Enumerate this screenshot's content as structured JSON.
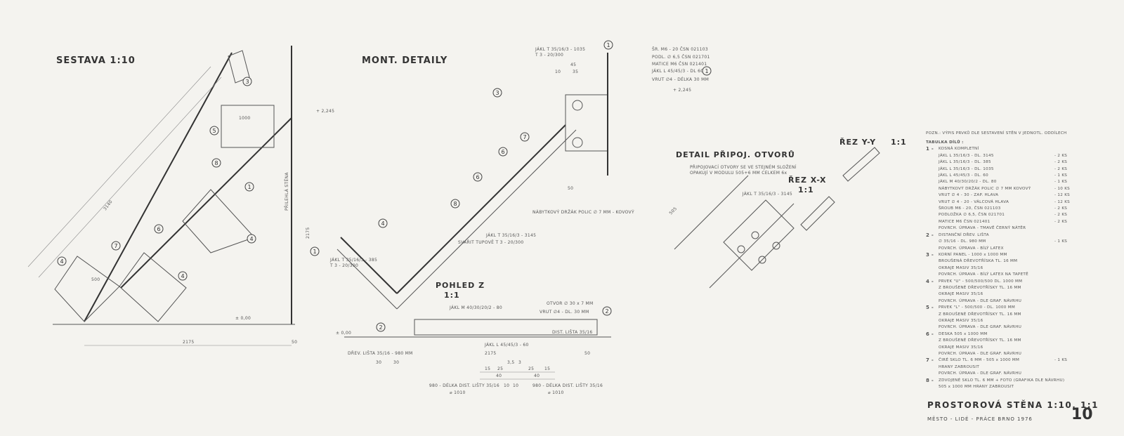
{
  "sheet": {
    "title": "PROSTOROVÁ STĚNA   1:10, 1:1",
    "subtitle": "MĚSTO - LIDÉ - PRÁCE    BRNO 1976",
    "number": "10"
  },
  "views": {
    "sestava": "SESTAVA  1:10",
    "mont": "MONT. DETAILY",
    "detail": "DETAIL PŘIPOJ. OTVORŮ",
    "detail_note_1": "PŘIPOJOVACÍ OTVORY SE VE STEJNÉM SLOŽENÍ",
    "detail_note_2": "OPAKUJÍ V MODULU 505+6 MM  CELKEM 6x",
    "rez_xx": "ŘEZ X-X",
    "rez_xx_scale": "1:1",
    "rez_yy": "ŘEZ Y-Y",
    "rez_yy_scale": "1:1",
    "pohled": "POHLED Z",
    "pohled_scale": "1:1"
  },
  "annotations": {
    "level_top": "+ 2,245",
    "level_top2": "+ 2,245",
    "level_zero": "± 0,00",
    "level_zero2": "± 0,00",
    "dim_2175": "2175",
    "dim_2175b": "2175",
    "dim_50": "50",
    "wall_label": "PŘILEHLÁ STĚNA",
    "jakl_top": "JÁKL T 35/16/3 - 1035",
    "jakl_top2": "T 3 - 20/300",
    "bolt_1": "ŠR. M6 - 20 ČSN 021103",
    "bolt_2": "PODL. ∅ 6,5 ČSN 021701",
    "bolt_3": "MATICE M6 ČSN 021401",
    "bolt_4": "JÁKL L 45/45/3 - DL 60",
    "bolt_5": "VRUT ∅4 - DÉLKA 30 MM",
    "drzak": "NÁBYTKOVÝ DRŽÁK POLIC ∅ 7 MM - KOVOVÝ",
    "jakl_mid": "JÁKL T 35/16/3 - 3145",
    "jakl_mid2": "SVAŘIT TUPOVĚ T 3 - 20/300",
    "jakl_left": "JÁKL T 35/16/3 - 385",
    "jakl_left2": "T 3 - 20/300",
    "jakl_m": "JÁKL M 40/30/20/2 - 80",
    "otvor": "OTVOR ∅ 30 x 7 MM",
    "vrut": "VRUT ∅4 - DL. 30 MM",
    "distance": "DIST. LIŠTA 35/16",
    "drev_lista": "DŘEV. LIŠTA 35/16 - 980 MM",
    "jakl_l": "JÁKL L 45/45/3 - 60",
    "jakl_xx": "JÁKL T 35/16/3 - 3145",
    "bottom_dim_1": "980 - DÉLKA DIST. LIŠTY 35/16",
    "bottom_dim_2": "980 - DÉLKA DIST. LIŠTY 35/16",
    "bottom_d1": "⌀ 1010",
    "bottom_d2": "⌀ 1010",
    "d40a": "40",
    "d40b": "40",
    "d15a": "15",
    "d25a": "25",
    "d25b": "25",
    "d15b": "15",
    "d10a": "10",
    "d10b": "10",
    "d35": "3,5",
    "d3": "3",
    "d45": "45",
    "d10": "10",
    "d35b": "35",
    "d30a": "30",
    "d30b": "30",
    "dim_500": "500",
    "dim_1000": "1000",
    "dim_505": "505",
    "dim_3140": "3140",
    "dim_2175c": "2175"
  },
  "callouts": [
    "1",
    "2",
    "3",
    "4",
    "5",
    "6",
    "7",
    "8"
  ],
  "parts_list": {
    "note": "POZN.: VÝPIS PRVKŮ DLE SESTAVENÍ STĚN V JEDNOTL. ODDÍLECH",
    "heading": "TABULKA DÍLŮ :",
    "items": [
      {
        "num": "1 -",
        "lines": [
          [
            "KOSNÁ KOMPLETNÍ",
            ""
          ],
          [
            "JÁKL L 35/16/3 - DL. 3145",
            "- 2 KS"
          ],
          [
            "JÁKL L 35/16/3 - DL. 385",
            "- 2 KS"
          ],
          [
            "JÁKL L 35/16/3 - DL. 1035",
            "- 2 KS"
          ],
          [
            "JÁKL L 45/45/3 - DL. 60",
            "- 1 KS"
          ],
          [
            "JÁKL M 40/30/20/2 - DL. 80",
            "- 1 KS"
          ],
          [
            "NÁBYTKOVÝ DRŽÁK POLIC ∅ 7 MM KOVOVÝ",
            "- 10 KS"
          ],
          [
            "VRUT ∅ 4 - 30  - ZAP. HLAVA",
            "- 12 KS"
          ],
          [
            "VRUT ∅ 4 - 20  - VÁLCOVÁ HLAVA",
            "- 12 KS"
          ],
          [
            "ŠROUB M6 - 20, ČSN 021103",
            "- 2 KS"
          ],
          [
            "PODLOŽKA ∅ 6,5, ČSN 021701",
            "- 2 KS"
          ],
          [
            "MATICE M6   ČSN 021401",
            "- 2 KS"
          ],
          [
            "POVRCH. ÚPRAVA - TMAVĚ ČERNÝ NÁTĚR",
            ""
          ]
        ]
      },
      {
        "num": "2 -",
        "lines": [
          [
            "DISTANČNÍ DŘEV. LIŠTA",
            ""
          ],
          [
            "∅ 35/16 - DL. 980 MM",
            "- 1 KS"
          ],
          [
            "POVRCH. ÚPRAVA - BÍLÝ LATEX",
            ""
          ]
        ]
      },
      {
        "num": "3 -",
        "lines": [
          [
            "KORNÍ PANEL - 1000 x 1000 MM",
            ""
          ],
          [
            "BROUŠENÁ DŘEVOTŘÍSKA TL. 16 MM",
            ""
          ],
          [
            "OKRAJE MASIV 35/16",
            ""
          ],
          [
            "POVRCH. ÚPRAVA - BÍLÝ LATEX NA TAPETĚ",
            ""
          ]
        ]
      },
      {
        "num": "4 -",
        "lines": [
          [
            "PRVEK \"U\" - 500/500/500 DL. 1000 MM",
            ""
          ],
          [
            "Z BROUŠENÉ DŘEVOTŘÍSKY TL. 16 MM",
            ""
          ],
          [
            "OKRAJE MASIV 35/16",
            ""
          ],
          [
            "POVRCH. ÚPRAVA - DLE GRAF. NÁVRHU",
            ""
          ]
        ]
      },
      {
        "num": "5 -",
        "lines": [
          [
            "PRVEK \"L\" - 500/500 - DL. 1000 MM",
            ""
          ],
          [
            "Z BROUŠENÉ DŘEVOTŘÍSKY TL. 16 MM",
            ""
          ],
          [
            "OKRAJE MASIV 35/16",
            ""
          ],
          [
            "POVRCH. ÚPRAVA - DLE GRAF. NÁVRHU",
            ""
          ]
        ]
      },
      {
        "num": "6 -",
        "lines": [
          [
            "DESKA 505 x 1000 MM",
            ""
          ],
          [
            "Z BROUŠENÉ DŘEVOTŘÍSKY TL. 16 MM",
            ""
          ],
          [
            "OKRAJE MASIV 35/16",
            ""
          ],
          [
            "POVRCH. ÚPRAVA - DLE GRAF. NÁVRHU",
            ""
          ]
        ]
      },
      {
        "num": "7 -",
        "lines": [
          [
            "ČIRÉ SKLO TL. 6 MM - 505 x 1000 MM",
            "- 1 KS"
          ],
          [
            "HRANY ZABROUSIT",
            ""
          ],
          [
            "POVRCH. ÚPRAVA - DLE GRAF. NÁVRHU",
            ""
          ]
        ]
      },
      {
        "num": "8 -",
        "lines": [
          [
            "ZDVOJENÉ SKLO TL. 6 MM + FOTO (GRAFIKA DLE NÁVRHU)",
            ""
          ],
          [
            "505 x 1000 MM  HRANY ZABROUSIT",
            ""
          ]
        ]
      }
    ]
  }
}
